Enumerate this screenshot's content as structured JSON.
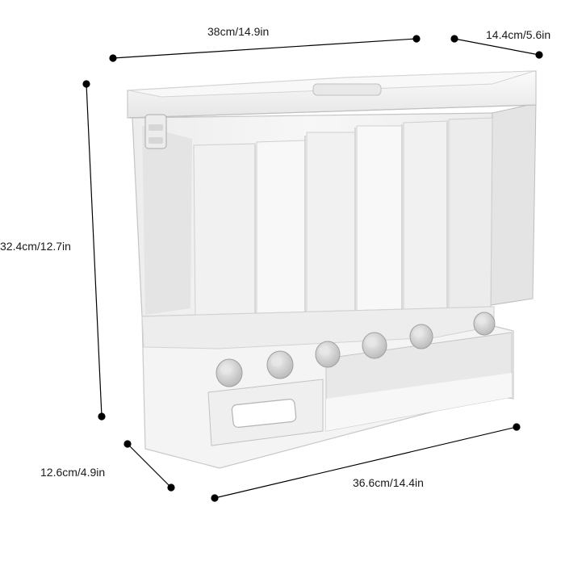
{
  "dimensions": {
    "top_width": "38cm/14.9in",
    "top_depth": "14.4cm/5.6in",
    "height": "32.4cm/12.7in",
    "bottom_depth": "12.6cm/4.9in",
    "bottom_width": "36.6cm/14.4in"
  },
  "product": {
    "compartments": 6,
    "knobs": 6,
    "body_color": "#f4f4f4",
    "panel_color": "#e9e9e9",
    "knob_color": "#c9c9c9",
    "line_color": "#000000"
  }
}
